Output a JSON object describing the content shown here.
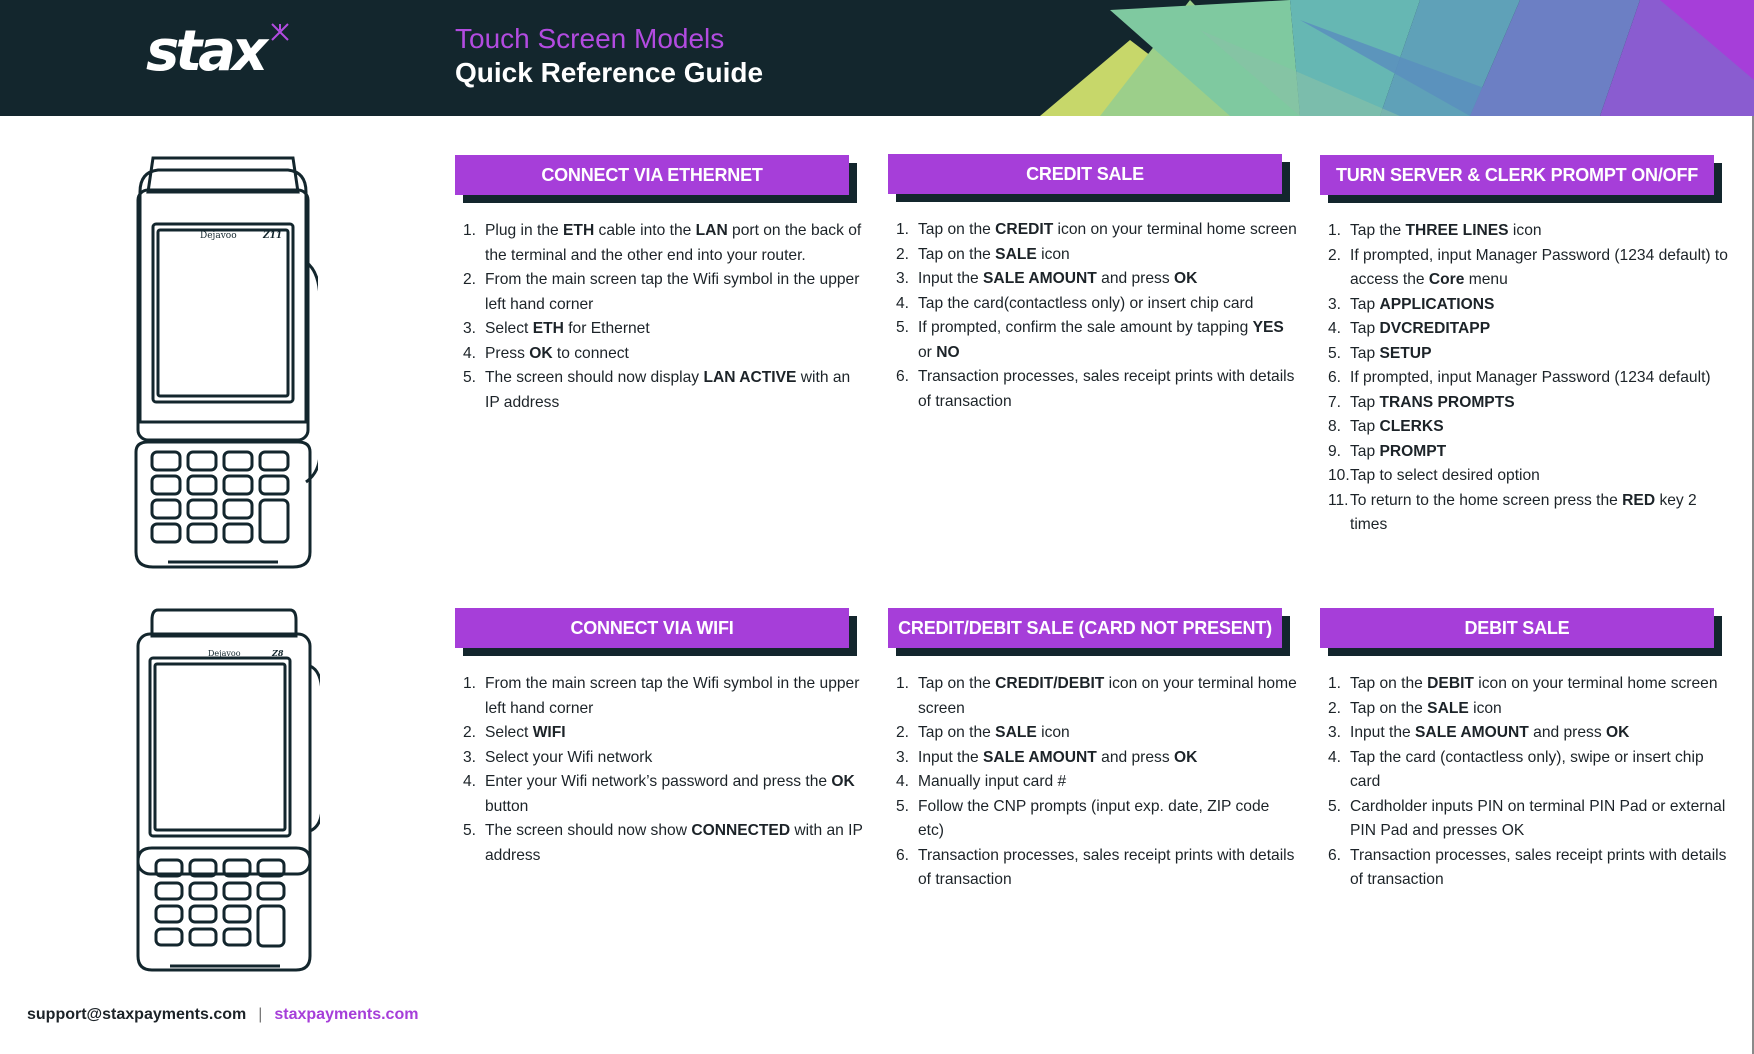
{
  "header": {
    "brand": "stax",
    "title": "Touch Screen Models",
    "subtitle": "Quick Reference Guide"
  },
  "device_labels": {
    "top_brand": "Dejavoo",
    "top_model": "Z11",
    "bottom_brand": "Dejavoo",
    "bottom_model": "Z8"
  },
  "sections": {
    "ethernet": {
      "title": "CONNECT VIA ETHERNET",
      "steps": [
        {
          "n": "1.",
          "parts": [
            {
              "t": "Plug in the "
            },
            {
              "t": "ETH",
              "b": true
            },
            {
              "t": " cable into the "
            },
            {
              "t": "LAN",
              "b": true
            },
            {
              "t": " port on the back of the terminal and the other end into your router."
            }
          ]
        },
        {
          "n": "2.",
          "parts": [
            {
              "t": "From the main screen tap the Wifi symbol in the upper left hand corner"
            }
          ]
        },
        {
          "n": "3.",
          "parts": [
            {
              "t": "Select "
            },
            {
              "t": "ETH",
              "b": true
            },
            {
              "t": " for Ethernet"
            }
          ]
        },
        {
          "n": "4.",
          "parts": [
            {
              "t": "Press "
            },
            {
              "t": "OK",
              "b": true
            },
            {
              "t": " to connect"
            }
          ]
        },
        {
          "n": "5.",
          "parts": [
            {
              "t": "The screen should now display "
            },
            {
              "t": "LAN ACTIVE",
              "b": true
            },
            {
              "t": " with an IP address"
            }
          ]
        }
      ]
    },
    "credit_sale": {
      "title": "CREDIT SALE",
      "steps": [
        {
          "n": "1.",
          "parts": [
            {
              "t": "Tap on the "
            },
            {
              "t": "CREDIT",
              "b": true
            },
            {
              "t": " icon on your terminal home screen"
            }
          ]
        },
        {
          "n": "2.",
          "parts": [
            {
              "t": "Tap on the "
            },
            {
              "t": "SALE",
              "b": true
            },
            {
              "t": " icon"
            }
          ]
        },
        {
          "n": "3.",
          "parts": [
            {
              "t": "Input the "
            },
            {
              "t": "SALE AMOUNT",
              "b": true
            },
            {
              "t": " and press "
            },
            {
              "t": "OK",
              "b": true
            }
          ]
        },
        {
          "n": "4.",
          "parts": [
            {
              "t": "Tap the card(contactless only) or insert chip card"
            }
          ]
        },
        {
          "n": "5.",
          "parts": [
            {
              "t": "If prompted, confirm the sale amount by tapping "
            },
            {
              "t": "YES",
              "b": true
            },
            {
              "t": " or "
            },
            {
              "t": "NO",
              "b": true
            }
          ]
        },
        {
          "n": "6.",
          "parts": [
            {
              "t": "Transaction processes, sales receipt prints with details of transaction"
            }
          ]
        }
      ]
    },
    "server_clerk": {
      "title": "TURN SERVER & CLERK PROMPT ON/OFF",
      "steps": [
        {
          "n": "1.",
          "parts": [
            {
              "t": "Tap the "
            },
            {
              "t": "THREE LINES",
              "b": true
            },
            {
              "t": " icon"
            }
          ]
        },
        {
          "n": "2.",
          "parts": [
            {
              "t": "If prompted, input Manager Password (1234 default) to access the "
            },
            {
              "t": "Core",
              "b": true
            },
            {
              "t": " menu"
            }
          ]
        },
        {
          "n": "3.",
          "parts": [
            {
              "t": "Tap "
            },
            {
              "t": "APPLICATIONS",
              "b": true
            }
          ]
        },
        {
          "n": "4.",
          "parts": [
            {
              "t": "Tap "
            },
            {
              "t": "DVCREDITAPP",
              "b": true
            }
          ]
        },
        {
          "n": "5.",
          "parts": [
            {
              "t": "Tap "
            },
            {
              "t": "SETUP",
              "b": true
            }
          ]
        },
        {
          "n": "6.",
          "parts": [
            {
              "t": "If prompted, input Manager Password (1234 default)"
            }
          ]
        },
        {
          "n": "7.",
          "parts": [
            {
              "t": "Tap "
            },
            {
              "t": "TRANS PROMPTS",
              "b": true
            }
          ]
        },
        {
          "n": "8.",
          "parts": [
            {
              "t": "Tap "
            },
            {
              "t": "CLERKS",
              "b": true
            }
          ]
        },
        {
          "n": "9.",
          "parts": [
            {
              "t": "Tap "
            },
            {
              "t": "PROMPT",
              "b": true
            }
          ]
        },
        {
          "n": "10.",
          "parts": [
            {
              "t": "Tap to select desired option"
            }
          ]
        },
        {
          "n": "11.",
          "parts": [
            {
              "t": "To return to the home screen press the "
            },
            {
              "t": "RED",
              "b": true
            },
            {
              "t": " key 2 times"
            }
          ]
        }
      ]
    },
    "wifi": {
      "title": "CONNECT VIA WIFI",
      "steps": [
        {
          "n": "1.",
          "parts": [
            {
              "t": "From the main screen tap the Wifi symbol in the upper left hand corner"
            }
          ]
        },
        {
          "n": "2.",
          "parts": [
            {
              "t": "Select "
            },
            {
              "t": "WIFI",
              "b": true
            }
          ]
        },
        {
          "n": "3.",
          "parts": [
            {
              "t": "Select your Wifi network"
            }
          ]
        },
        {
          "n": "4.",
          "parts": [
            {
              "t": "Enter your Wifi network’s password and press the "
            },
            {
              "t": "OK",
              "b": true
            },
            {
              "t": " button"
            }
          ]
        },
        {
          "n": "5.",
          "parts": [
            {
              "t": "The screen should now show "
            },
            {
              "t": "CONNECTED",
              "b": true
            },
            {
              "t": " with an IP address"
            }
          ]
        }
      ]
    },
    "cnp": {
      "title": "CREDIT/DEBIT SALE (CARD NOT PRESENT)",
      "steps": [
        {
          "n": "1.",
          "parts": [
            {
              "t": "Tap on the "
            },
            {
              "t": "CREDIT/DEBIT",
              "b": true
            },
            {
              "t": " icon on your terminal home screen"
            }
          ]
        },
        {
          "n": "2.",
          "parts": [
            {
              "t": "Tap on the "
            },
            {
              "t": "SALE",
              "b": true
            },
            {
              "t": " icon"
            }
          ]
        },
        {
          "n": "3.",
          "parts": [
            {
              "t": "Input the "
            },
            {
              "t": "SALE AMOUNT",
              "b": true
            },
            {
              "t": " and press "
            },
            {
              "t": "OK",
              "b": true
            }
          ]
        },
        {
          "n": "4.",
          "parts": [
            {
              "t": "Manually input card #"
            }
          ]
        },
        {
          "n": "5.",
          "parts": [
            {
              "t": "Follow the CNP prompts (input exp. date, ZIP code etc)"
            }
          ]
        },
        {
          "n": "6.",
          "parts": [
            {
              "t": "Transaction processes, sales receipt prints with details of transaction"
            }
          ]
        }
      ]
    },
    "debit_sale": {
      "title": "DEBIT SALE",
      "steps": [
        {
          "n": "1.",
          "parts": [
            {
              "t": "Tap on the "
            },
            {
              "t": "DEBIT",
              "b": true
            },
            {
              "t": " icon on your terminal home screen"
            }
          ]
        },
        {
          "n": "2.",
          "parts": [
            {
              "t": "Tap on the "
            },
            {
              "t": "SALE",
              "b": true
            },
            {
              "t": " icon"
            }
          ]
        },
        {
          "n": "3.",
          "parts": [
            {
              "t": "Input the "
            },
            {
              "t": "SALE AMOUNT",
              "b": true
            },
            {
              "t": " and press "
            },
            {
              "t": "OK",
              "b": true
            }
          ]
        },
        {
          "n": "4.",
          "parts": [
            {
              "t": "Tap the card (contactless only), swipe or insert chip card"
            }
          ]
        },
        {
          "n": "5.",
          "parts": [
            {
              "t": "Cardholder inputs PIN on terminal PIN Pad or external PIN Pad and presses OK"
            }
          ]
        },
        {
          "n": "6.",
          "parts": [
            {
              "t": "Transaction processes, sales receipt prints with details of transaction"
            }
          ]
        }
      ]
    }
  },
  "footer": {
    "email": "support@staxpayments.com",
    "separator": "|",
    "website": "staxpayments.com"
  },
  "colors": {
    "header_bg": "#13262d",
    "accent": "#a63ed9",
    "title_accent": "#b24be0"
  }
}
